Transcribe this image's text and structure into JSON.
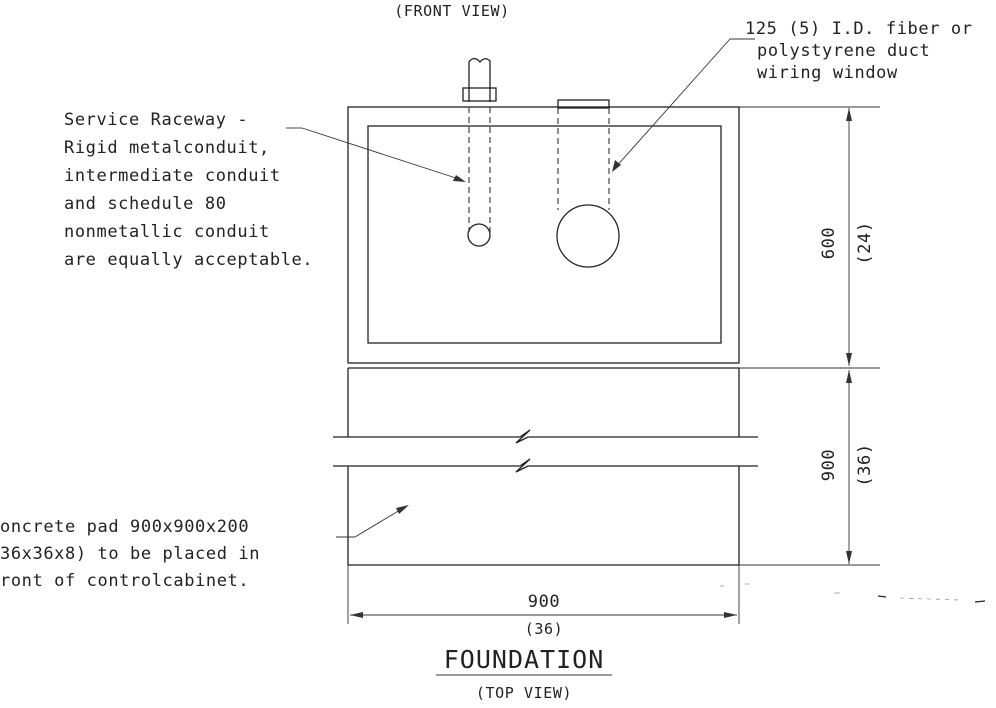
{
  "top_label": "(FRONT VIEW)",
  "callouts": {
    "duct": [
      "125 (5) I.D. fiber or",
      "polystyrene duct",
      "wiring window"
    ],
    "raceway": [
      "Service Raceway -",
      "Rigid metalconduit,",
      "intermediate conduit",
      "and schedule 80",
      "nonmetallic conduit",
      "are equally acceptable."
    ],
    "pad": [
      "oncrete pad  900x900x200",
      "36x36x8)  to be placed in",
      "ront of controlcabinet."
    ]
  },
  "dimensions": {
    "depth_top": "600",
    "depth_top_in": "(24)",
    "depth_bottom": "900",
    "depth_bottom_in": "(36)",
    "width": "900",
    "width_in": "(36)"
  },
  "footer": {
    "title": "FOUNDATION",
    "subtitle": "(TOP VIEW)"
  }
}
